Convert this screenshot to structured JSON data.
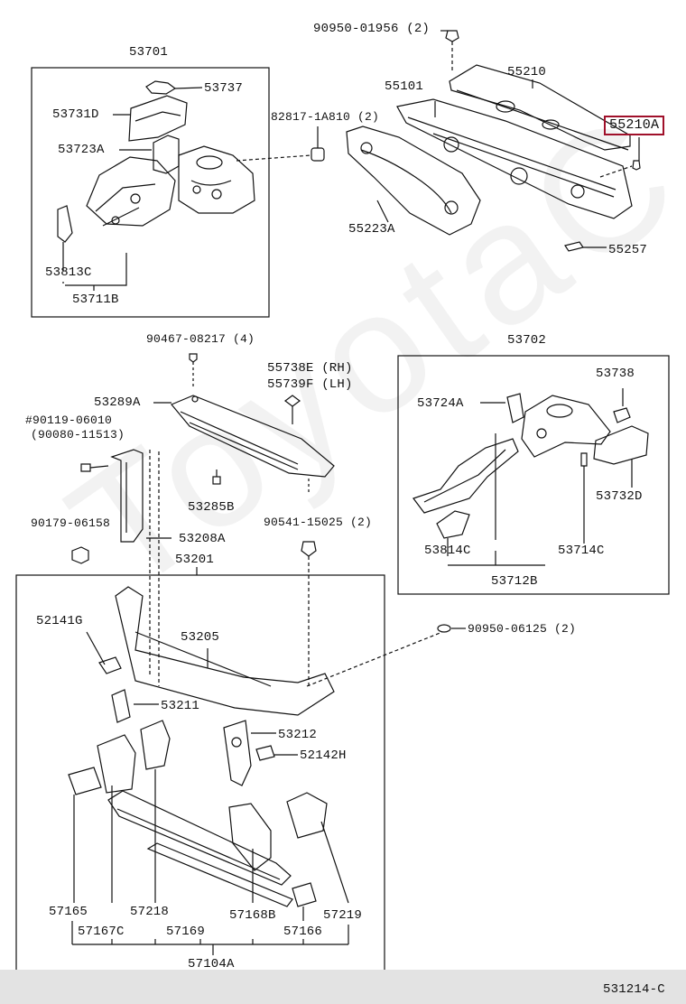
{
  "labels": {
    "top_bolt_a": "90950-01956 (2)",
    "p53701": "53701",
    "p53737": "53737",
    "p53731d": "53731D",
    "p53723a": "53723A",
    "p53813c": "53813C",
    "p53711b": "53711B",
    "p82817": "82817-1A810 (2)",
    "p55101": "55101",
    "p55210": "55210",
    "p55210a": "55210A",
    "p55223a": "55223A",
    "p55257": "55257",
    "p90467": "90467-08217 (4)",
    "p55738e": "55738E (RH)",
    "p55739f": "55739F (LH)",
    "p53289a": "53289A",
    "p90119": "#90119-06010",
    "p90080": "(90080-11513)",
    "p53285b": "53285B",
    "p90179": "90179-06158",
    "p53208a": "53208A",
    "p90541": "90541-15025 (2)",
    "p53201": "53201",
    "p53702": "53702",
    "p53738": "53738",
    "p53724a": "53724A",
    "p53732d": "53732D",
    "p53814c": "53814C",
    "p53714c": "53714C",
    "p53712b": "53712B",
    "p52141g": "52141G",
    "p53205": "53205",
    "p90950b": "90950-06125 (2)",
    "p53211": "53211",
    "p53212": "53212",
    "p52142h": "52142H",
    "p57165": "57165",
    "p57218": "57218",
    "p57219": "57219",
    "p57167c": "57167C",
    "p57169": "57169",
    "p57168b": "57168B",
    "p57166": "57166",
    "p57104a": "57104A",
    "code": "531214-C"
  },
  "colors": {
    "line": "#111111",
    "highlight": "#a0102a",
    "footer": "#e3e3e3"
  }
}
